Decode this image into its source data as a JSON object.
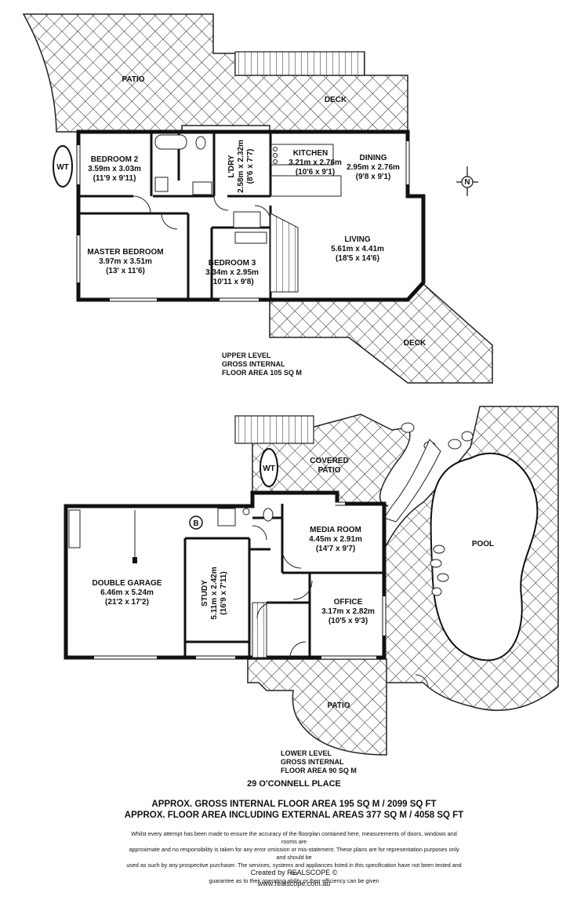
{
  "upper_level": {
    "rooms": {
      "patio": "PATIO",
      "deck_top": "DECK",
      "deck_bottom": "DECK",
      "wt": "WT",
      "bedroom2": {
        "name": "BEDROOM 2",
        "metric": "3.59m x 3.03m",
        "imperial": "(11'9 x 9'11)"
      },
      "laundry": {
        "name": "L'DRY",
        "metric": "2.58m x 2.32m",
        "imperial": "(8'6 x 7'7)"
      },
      "kitchen": {
        "name": "KITCHEN",
        "metric": "3.21m x 2.76m",
        "imperial": "(10'6 x 9'1)"
      },
      "dining": {
        "name": "DINING",
        "metric": "2.95m x 2.76m",
        "imperial": "(9'8 x 9'1)"
      },
      "master": {
        "name": "MASTER BEDROOM",
        "metric": "3.97m x 3.51m",
        "imperial": "(13' x 11'6)"
      },
      "bedroom3": {
        "name": "BEDROOM 3",
        "metric": "3.34m x 2.95m",
        "imperial": "(10'11 x 9'8)"
      },
      "living": {
        "name": "LIVING",
        "metric": "5.61m x 4.41m",
        "imperial": "(18'5 x 14'6)"
      }
    },
    "note": [
      "UPPER LEVEL",
      "GROSS INTERNAL",
      "FLOOR AREA 105 SQ M"
    ]
  },
  "compass": "N",
  "lower_level": {
    "rooms": {
      "wt": "WT",
      "covered_patio": [
        "COVERED",
        "PATIO"
      ],
      "pool": "POOL",
      "boiler": "B",
      "media": {
        "name": "MEDIA ROOM",
        "metric": "4.45m x 2.91m",
        "imperial": "(14'7 x 9'7)"
      },
      "garage": {
        "name": "DOUBLE GARAGE",
        "metric": "6.46m x 5.24m",
        "imperial": "(21'2 x 17'2)"
      },
      "study": {
        "name": "STUDY",
        "metric": "5.11m x 2.42m",
        "imperial": "(16'9 x 7'11)"
      },
      "office": {
        "name": "OFFICE",
        "metric": "3.17m x 2.82m",
        "imperial": "(10'5 x 9'3)"
      },
      "patio": "PATIO"
    },
    "note": [
      "LOWER LEVEL",
      "GROSS INTERNAL",
      "FLOOR AREA 90 SQ M"
    ]
  },
  "address": "29 O'CONNELL PLACE",
  "totals": [
    "APPROX. GROSS INTERNAL FLOOR AREA 195 SQ M / 2099 SQ FT",
    "APPROX. FLOOR AREA INCLUDING EXTERNAL AREAS 377 SQ M / 4058 SQ FT"
  ],
  "disclaimer": [
    "Whilst every attempt has been made to ensure the accuracy of the floorplan contained here, measurements of doors, windows and rooms are",
    "approximate and no responsibility is taken for any error omission or mis-statement. These plans are for representation purposes only and should be",
    "used as such by any prospective purchaser. The services, systems and appliances listed in this specification have not been tested and no",
    "guarantee as to their operating ability or their efficiency can be given"
  ],
  "credit": {
    "created_by": "Created by REALSCOPE ©",
    "website": "www.realscope.com.au"
  }
}
